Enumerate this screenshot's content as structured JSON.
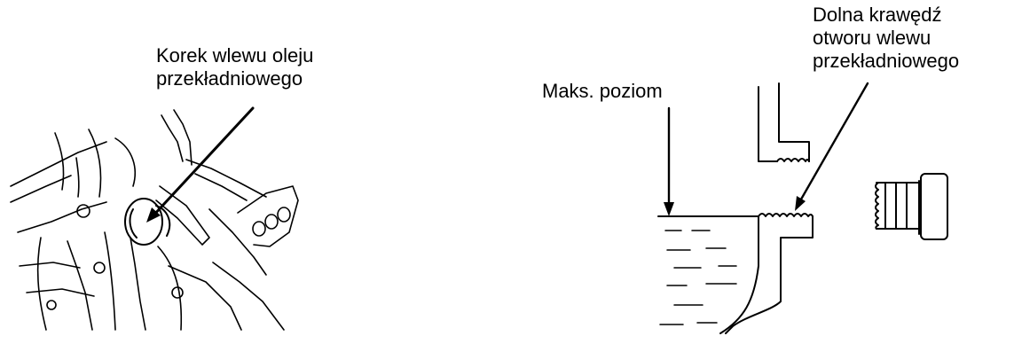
{
  "labels": {
    "oil_filler_cap": [
      "Korek wlewu oleju",
      "przekładniowego"
    ],
    "max_level": "Maks. poziom",
    "filler_hole_lower_edge": [
      "Dolna krawędź",
      "otworu wlewu",
      "przekładniowego"
    ]
  },
  "colors": {
    "ink": "#000000",
    "background": "#ffffff"
  }
}
